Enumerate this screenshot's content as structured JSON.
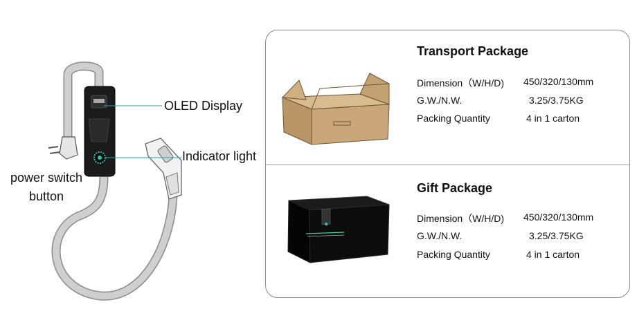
{
  "callouts": {
    "oled": "OLED Display",
    "indicator": "Indicator light",
    "power": "power switch button"
  },
  "transport": {
    "title": "Transport Package",
    "specs": [
      {
        "label": "Dimension（W/H/D)",
        "value": "450/320/130mm"
      },
      {
        "label": "G.W./N.W.",
        "value": "3.25/3.75KG"
      },
      {
        "label": "Packing Quantity",
        "value": "4 in 1 carton"
      }
    ]
  },
  "gift": {
    "title": "Gift Package",
    "specs": [
      {
        "label": "Dimension（W/H/D)",
        "value": "450/320/130mm"
      },
      {
        "label": "G.W./N.W.",
        "value": "3.25/3.75KG"
      },
      {
        "label": "Packing Quantity",
        "value": "4 in 1 carton"
      }
    ]
  },
  "colors": {
    "leader_line": "#2aa0a8",
    "carton": "#c9a77a",
    "carton_dark": "#a9865a",
    "gift_box": "#0c0c0c",
    "cable": "#cfcfcf",
    "cable_edge": "#8a8a8a",
    "control_box": "#1b1b1b",
    "indicator_glow": "#22c7b0"
  }
}
